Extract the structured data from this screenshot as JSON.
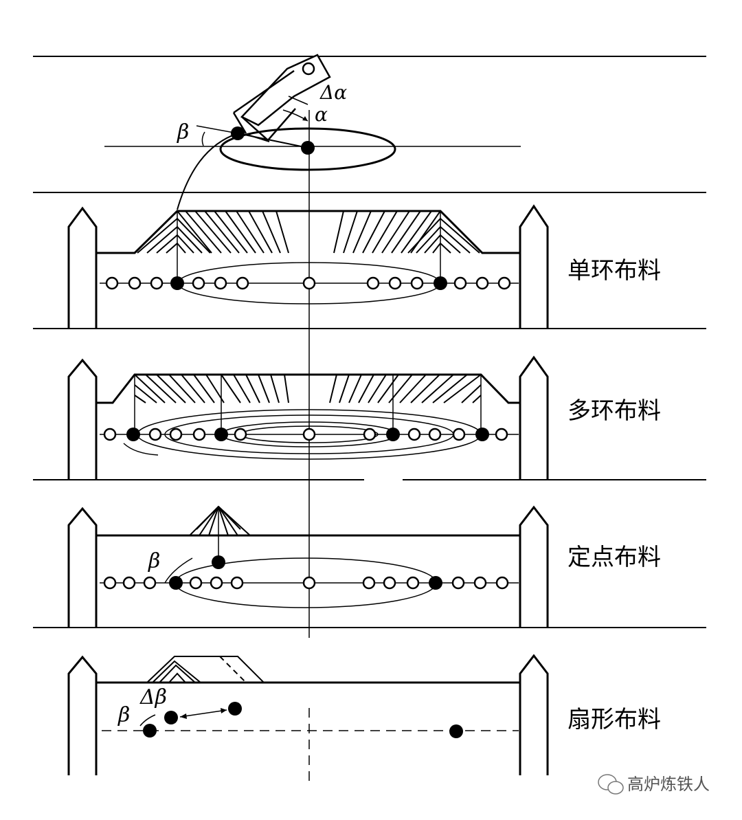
{
  "labels": {
    "single_ring": "单环布料",
    "multi_ring": "多环布料",
    "fixed_point": "定点布料",
    "sector": "扇形布料"
  },
  "symbols": {
    "delta_alpha": "Δα",
    "alpha": "α",
    "beta_top": "β",
    "beta_fixed": "β",
    "beta_sector": "β",
    "delta_beta": "Δβ"
  },
  "watermark": "高炉炼铁人",
  "colors": {
    "ink": "#000000",
    "watermark": "#555555"
  }
}
